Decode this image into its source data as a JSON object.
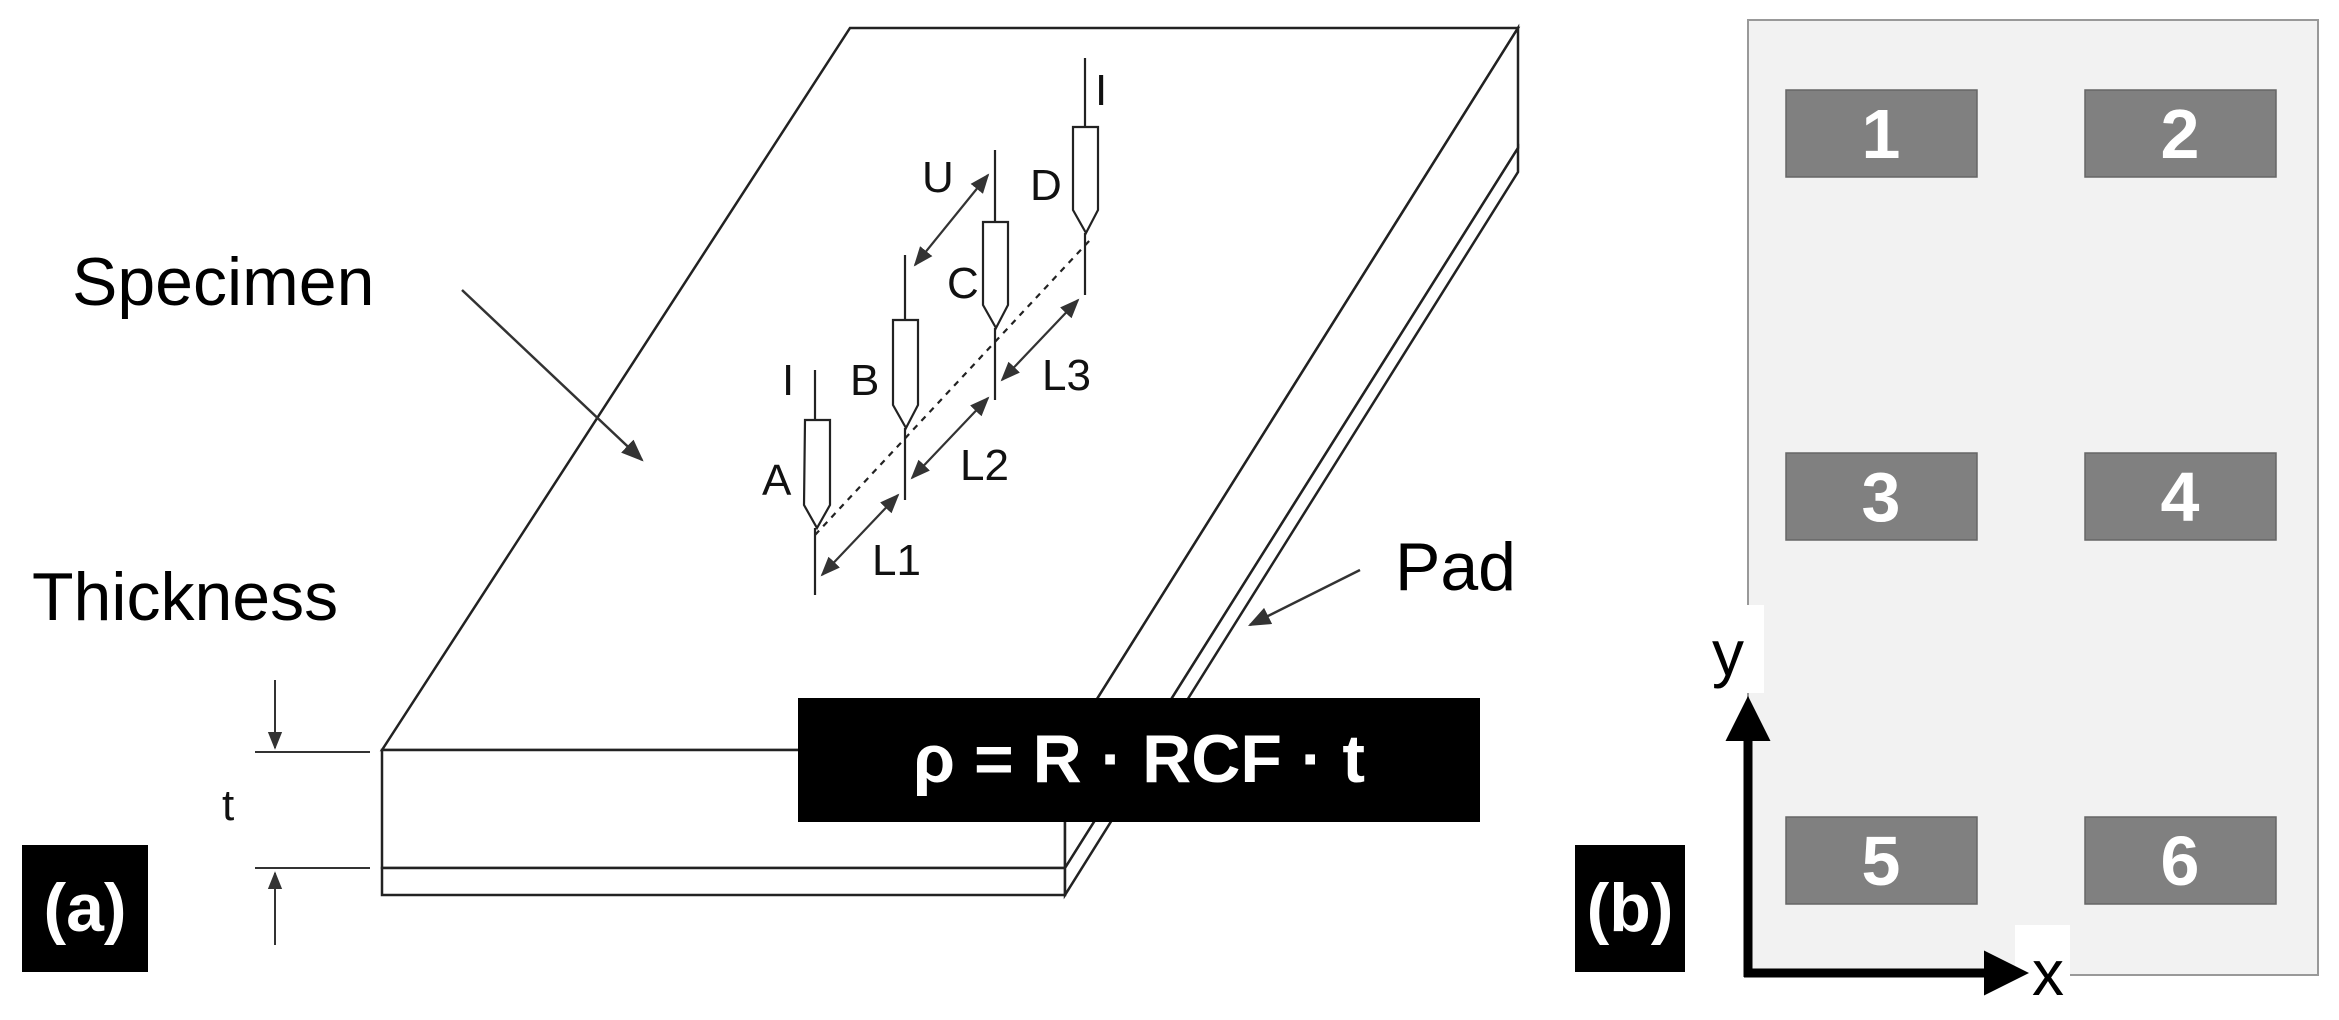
{
  "panel_a": {
    "tag": "(a)",
    "label_specimen": "Specimen",
    "label_thickness": "Thickness",
    "label_pad": "Pad",
    "thickness_symbol": "t",
    "formula": "ρ = R · RCF · t",
    "probes": [
      {
        "name": "A",
        "current": "I"
      },
      {
        "name": "B",
        "current": ""
      },
      {
        "name": "C",
        "current": ""
      },
      {
        "name": "D",
        "current": "I"
      }
    ],
    "voltage_label": "U",
    "spacings": [
      "L1",
      "L2",
      "L3"
    ]
  },
  "panel_b": {
    "tag": "(b)",
    "pads": [
      "1",
      "2",
      "3",
      "4",
      "5",
      "6"
    ],
    "axis_x": "x",
    "axis_y": "y"
  },
  "colors": {
    "tag_bg": "#000000",
    "pad_fill": "#808080",
    "specimen_fill": "#f2f2f2"
  }
}
